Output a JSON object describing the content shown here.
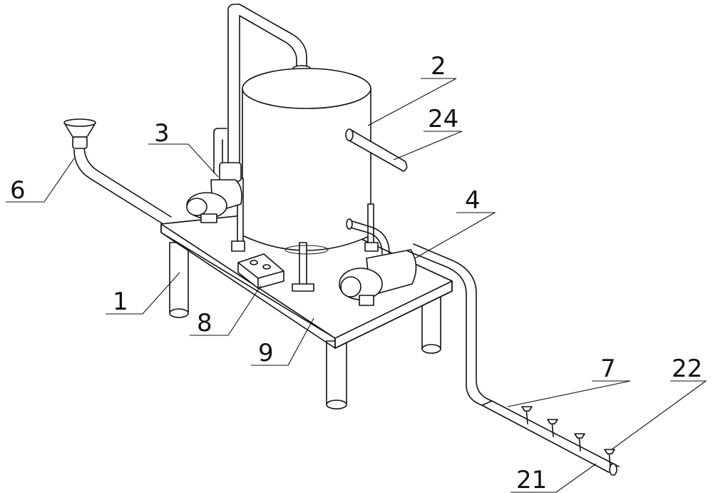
{
  "labels": {
    "l1": "1",
    "l2": "2",
    "l3": "3",
    "l4": "4",
    "l6": "6",
    "l7": "7",
    "l8": "8",
    "l9": "9",
    "l21": "21",
    "l22": "22",
    "l24": "24"
  }
}
